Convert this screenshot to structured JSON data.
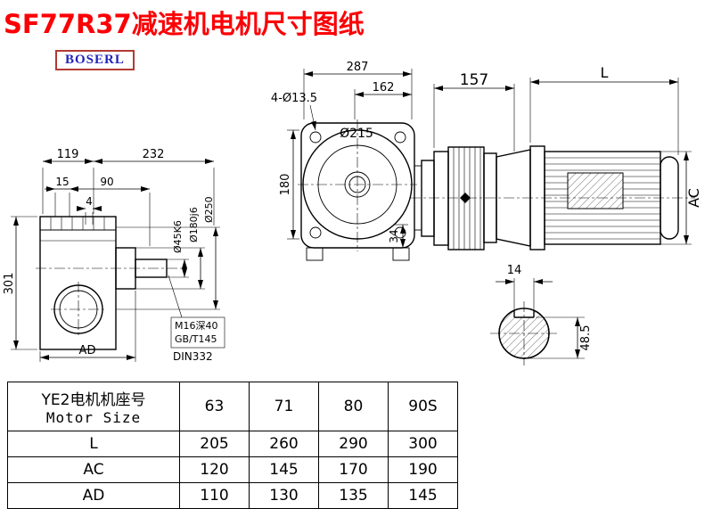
{
  "page": {
    "title": "SF77R37减速机电机尺寸图纸",
    "logo": "BOSERL"
  },
  "left_view": {
    "dim_119": "119",
    "dim_232": "232",
    "dim_15": "15",
    "dim_90": "90",
    "dim_4": "4",
    "dim_301": "301",
    "dim_ad": "AD",
    "label_shaft": "Ø45K6",
    "label_flange": "Ø180j6",
    "label_outer": "Ø250",
    "note_line1": "M16深40",
    "note_line2": "GB/T145",
    "note_line3": "DIN332"
  },
  "front_view": {
    "dim_287": "287",
    "dim_162": "162",
    "label_holes": "4-Ø13.5",
    "label_d215": "Ø215",
    "dim_180": "180",
    "dim_34": "34"
  },
  "motor_view": {
    "dim_157": "157",
    "dim_L": "L",
    "dim_AC": "AC"
  },
  "shaft_view": {
    "dim_14": "14",
    "dim_48_5": "48.5"
  },
  "table": {
    "header_cn": "YE2电机机座号",
    "header_en": "Motor Size",
    "sizes": [
      "63",
      "71",
      "80",
      "90S"
    ],
    "rows": [
      {
        "label": "L",
        "values": [
          "205",
          "260",
          "290",
          "300"
        ]
      },
      {
        "label": "AC",
        "values": [
          "120",
          "145",
          "170",
          "190"
        ]
      },
      {
        "label": "AD",
        "values": [
          "110",
          "130",
          "135",
          "145"
        ]
      }
    ]
  }
}
